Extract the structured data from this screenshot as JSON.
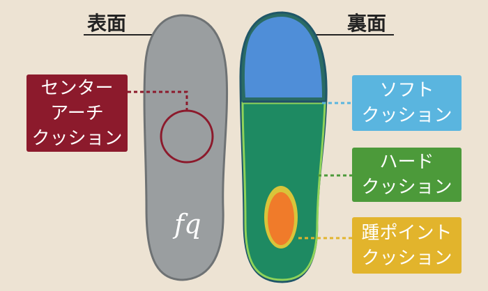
{
  "labels": {
    "front": "表面",
    "back": "裏面"
  },
  "callouts": [
    {
      "lines": [
        "センター",
        "アーチ",
        "クッション"
      ],
      "color": "#8c1a2c"
    },
    {
      "lines": [
        "ソフト",
        "クッション"
      ],
      "color": "#5ab5df"
    },
    {
      "lines": [
        "ハード",
        "クッション"
      ],
      "color": "#4c9a3a"
    },
    {
      "lines": [
        "踵ポイント",
        "クッション"
      ],
      "color": "#e2b42c"
    }
  ],
  "logo": {
    "text": "fq"
  }
}
